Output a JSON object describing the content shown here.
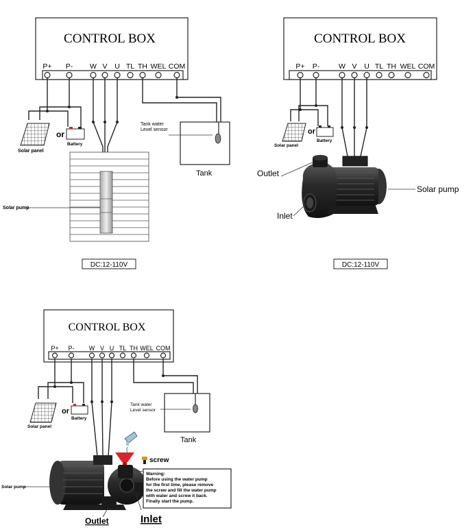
{
  "diagrams": [
    {
      "title": "CONTROL BOX",
      "terminals": [
        "P+",
        "P-",
        "W",
        "V",
        "U",
        "TL",
        "TH",
        "WEL",
        "COM"
      ],
      "solar_panel": "Solar panel",
      "or": "or",
      "battery": "Battery",
      "sensor": "Tank water Level sensor",
      "tank": "Tank",
      "pump": "Solar pump",
      "voltage": "DC:12-110V"
    },
    {
      "title": "CONTROL BOX",
      "terminals": [
        "P+",
        "P-",
        "W",
        "V",
        "U",
        "TL",
        "TH",
        "WEL",
        "COM"
      ],
      "solar_panel": "Solar panel",
      "or": "or",
      "battery": "Battery",
      "outlet": "Outlet",
      "inlet": "Inlet",
      "pump": "Solar pump",
      "voltage": "DC:12-110V"
    },
    {
      "title": "CONTROL BOX",
      "terminals": [
        "P+",
        "P-",
        "W",
        "V",
        "U",
        "TL",
        "TH",
        "WEL",
        "COM"
      ],
      "solar_panel": "Solar panel",
      "or": "or",
      "battery": "Battery",
      "sensor": "Tank water Level sensor",
      "tank": "Tank",
      "pump": "Solar pump",
      "screw": "screw",
      "warning": "Warning: Before using the water pump for the first time, please remove the screw and fill the water pump with water and screw it back. Finally start the pump.",
      "outlet": "Outlet",
      "inlet": "Inlet"
    }
  ]
}
